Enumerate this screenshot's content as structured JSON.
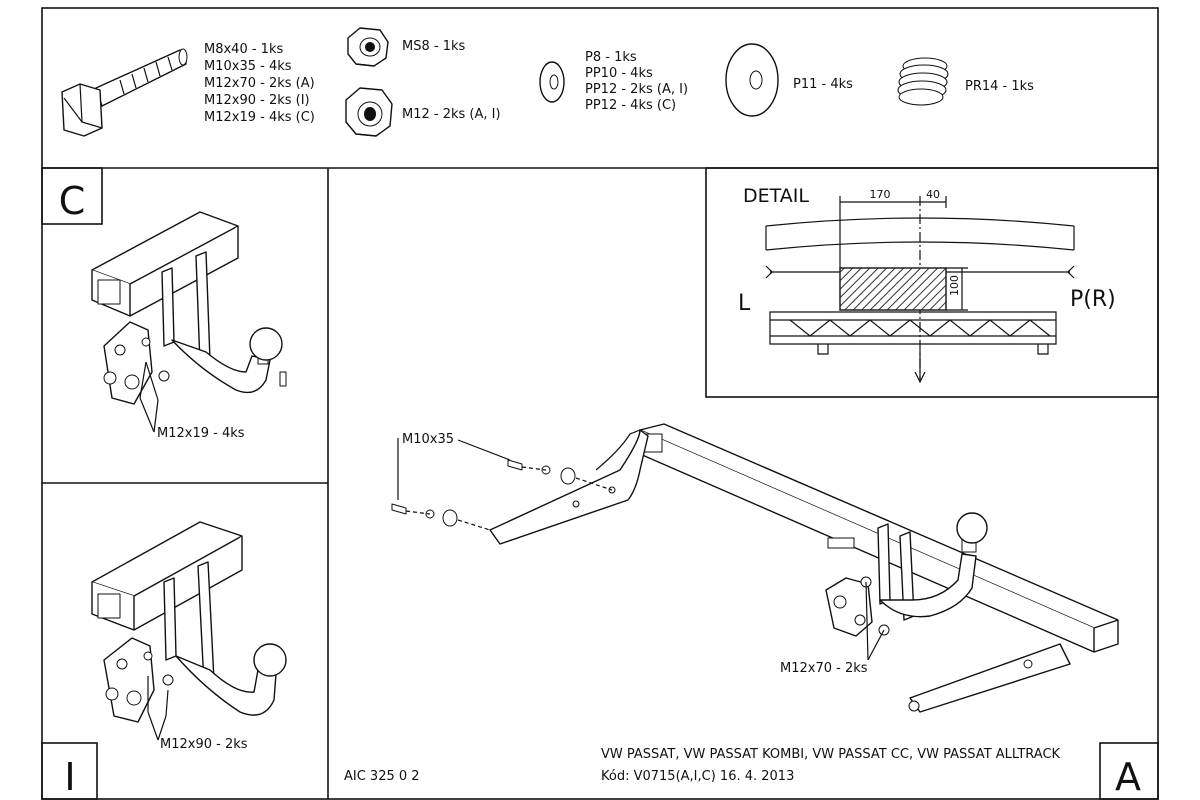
{
  "parts_list": {
    "bolt": [
      "M8x40 - 1ks",
      "M10x35 - 4ks",
      "M12x70 - 2ks (A)",
      "M12x90 - 2ks (I)",
      "M12x19 - 4ks (C)"
    ],
    "nut_ms8": "MS8 - 1ks",
    "nut_m12": "M12 - 2ks (A, I)",
    "washers": [
      "P8 - 1ks",
      "PP10 - 4ks",
      "PP12 - 2ks (A, I)",
      "PP12 - 4ks (C)"
    ],
    "washer_p11": "P11 - 4ks",
    "spring": "PR14 - 1ks"
  },
  "panel_c": {
    "letter": "C",
    "callout": "M12x19 - 4ks"
  },
  "panel_i": {
    "letter": "I",
    "callout": "M12x90 - 2ks"
  },
  "main": {
    "letter": "A",
    "callout_bolt": "M10x35",
    "callout_lower": "M12x70 - 2ks"
  },
  "detail": {
    "title": "DETAIL",
    "dim_170": "170",
    "dim_40": "40",
    "dim_100": "100",
    "left": "L",
    "right": "P(R)"
  },
  "footer": {
    "code": "AIC 325 0 2",
    "models": "VW PASSAT, VW PASSAT KOMBI, VW PASSAT CC, VW PASSAT ALLTRACK",
    "kod": "Kód: V0715(A,I,C)  16. 4. 2013"
  }
}
